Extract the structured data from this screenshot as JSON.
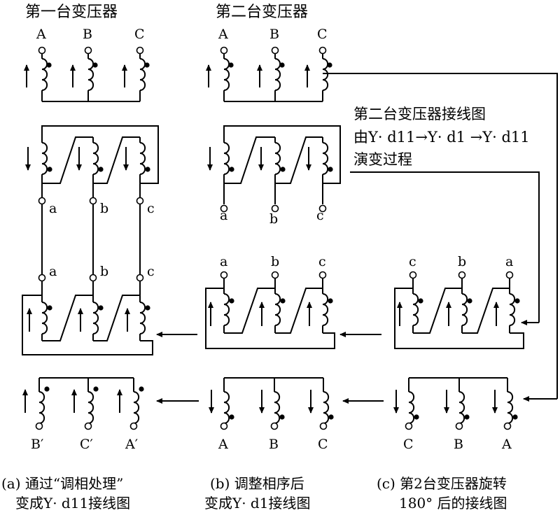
{
  "titles": {
    "first": "第一台变压器",
    "second": "第二台变压器"
  },
  "labels": {
    "A": "A",
    "B": "B",
    "C": "C",
    "a": "a",
    "b": "b",
    "c": "c",
    "Ap": "A′",
    "Bp": "B′",
    "Cp": "C′"
  },
  "note": {
    "line1": "第二台变压器接线图",
    "line2": "由Y· d11→Y· d1 →Y· d11",
    "line3": "演变过程"
  },
  "captions": {
    "a_line1": "(a) 通过“调相处理”",
    "a_line2": "变成Y· d11接线图",
    "b_line1": "(b) 调整相序后",
    "b_line2": "变成Y· d1接线图",
    "c_line1": "(c) 第2台变压器旋转",
    "c_line2": "180° 后的接线图"
  }
}
